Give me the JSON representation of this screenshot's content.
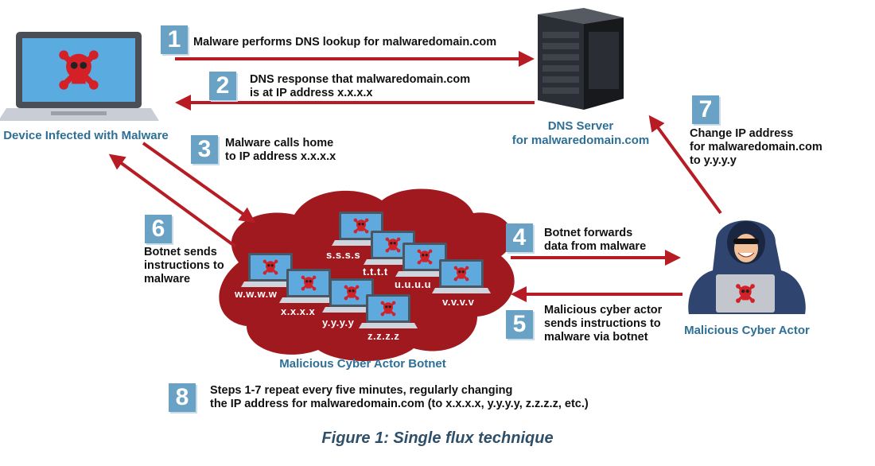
{
  "colors": {
    "arrow": "#b71c24",
    "cloud": "#a0191f",
    "entity_label": "#2e6f95",
    "badge": "#6aa2c6",
    "caption": "#2e4f6a"
  },
  "entities": {
    "device": "Device Infected with Malware",
    "dns_line1": "DNS Server",
    "dns_line2": "for malwaredomain.com",
    "actor": "Malicious Cyber Actor",
    "botnet": "Malicious Cyber Actor Botnet"
  },
  "steps": [
    {
      "number": "1",
      "lines": [
        "Malware performs DNS lookup for malwaredomain.com"
      ]
    },
    {
      "number": "2",
      "lines": [
        "DNS response that malwaredomain.com",
        "is at IP address x.x.x.x"
      ]
    },
    {
      "number": "3",
      "lines": [
        "Malware calls home",
        "to IP address x.x.x.x"
      ]
    },
    {
      "number": "4",
      "lines": [
        "Botnet forwards",
        "data from malware"
      ]
    },
    {
      "number": "5",
      "lines": [
        "Malicious cyber actor",
        "sends instructions to",
        "malware via botnet"
      ]
    },
    {
      "number": "6",
      "lines": [
        "Botnet sends",
        "instructions to",
        "malware"
      ]
    },
    {
      "number": "7",
      "lines": [
        "Change IP address",
        "for malwaredomain.com",
        "to y.y.y.y"
      ]
    },
    {
      "number": "8",
      "lines": [
        "Steps 1-7 repeat every five minutes, regularly changing",
        "the IP address for malwaredomain.com (to x.x.x.x, y.y.y.y, z.z.z.z, etc.)"
      ]
    }
  ],
  "botnet_ips": [
    "s.s.s.s",
    "t.t.t.t",
    "u.u.u.u",
    "v.v.v.v",
    "w.w.w.w",
    "x.x.x.x",
    "y.y.y.y",
    "z.z.z.z"
  ],
  "caption": "Figure 1: Single flux technique",
  "icons": [
    "laptop-icon",
    "skull-crossbones-icon",
    "server-icon",
    "hooded-hacker-icon",
    "botnet-cloud-icon"
  ]
}
